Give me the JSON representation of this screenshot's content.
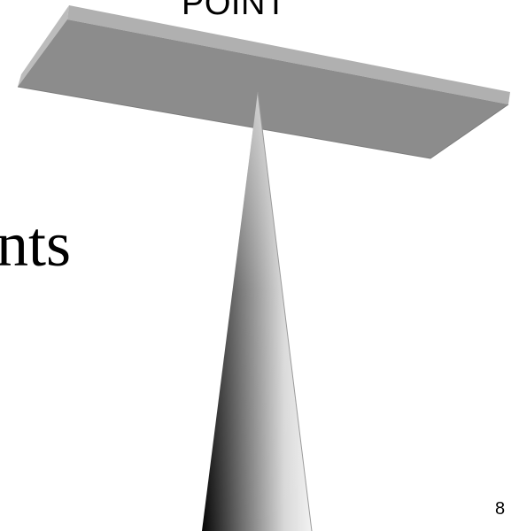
{
  "slide": {
    "point_label": "POINT",
    "body_text_fragment": "nts",
    "page_number": "8"
  },
  "colors": {
    "background": "#ffffff",
    "board_top": "#8c8c8c",
    "board_edge": "#b4b4b4",
    "board_underside": "#7a7a7a",
    "text": "#000000"
  },
  "icons": {
    "board": "flat-gray-board",
    "spike": "gradient-cone-spike"
  }
}
